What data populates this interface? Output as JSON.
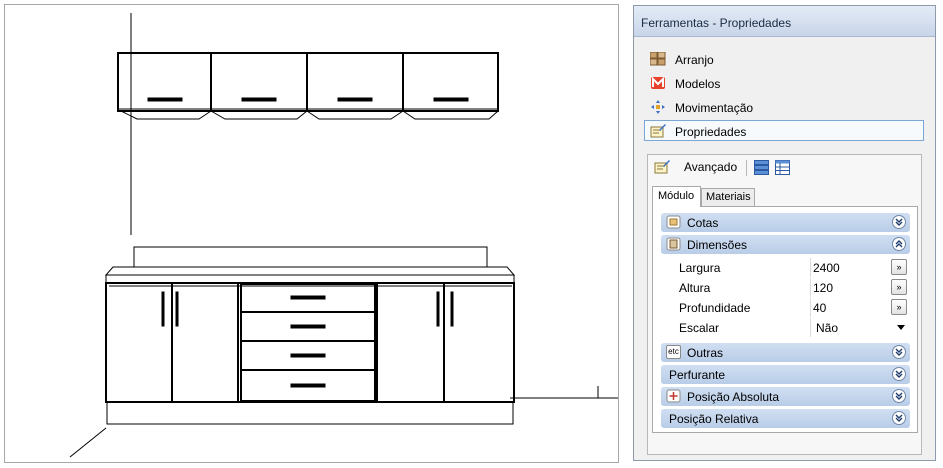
{
  "panel": {
    "title": "Ferramentas - Propriedades",
    "nav": [
      {
        "label": "Arranjo",
        "icon": "arrange-icon"
      },
      {
        "label": "Modelos",
        "icon": "models-icon"
      },
      {
        "label": "Movimentação",
        "icon": "move-icon"
      },
      {
        "label": "Propriedades",
        "icon": "properties-icon",
        "active": true
      }
    ],
    "advanced_label": "Avançado",
    "tabs": [
      "Módulo",
      "Materiais"
    ],
    "sections": {
      "cotas": "Cotas",
      "dimensoes": "Dimensões",
      "outras": "Outras",
      "perfurante": "Perfurante",
      "posicao_absoluta": "Posição Absoluta",
      "posicao_relativa": "Posição Relativa"
    },
    "properties": [
      {
        "label": "Largura",
        "value": "2400",
        "button": "»"
      },
      {
        "label": "Altura",
        "value": "120",
        "button": "»"
      },
      {
        "label": "Profundidade",
        "value": "40",
        "button": "»"
      }
    ],
    "escalar": {
      "label": "Escalar",
      "value": "Não"
    },
    "outras_icon_text": "etc"
  },
  "colors": {
    "section_bg": "#c4d6ee",
    "title_bg": "#d5e0f0",
    "active_border": "#7aa7d6"
  }
}
